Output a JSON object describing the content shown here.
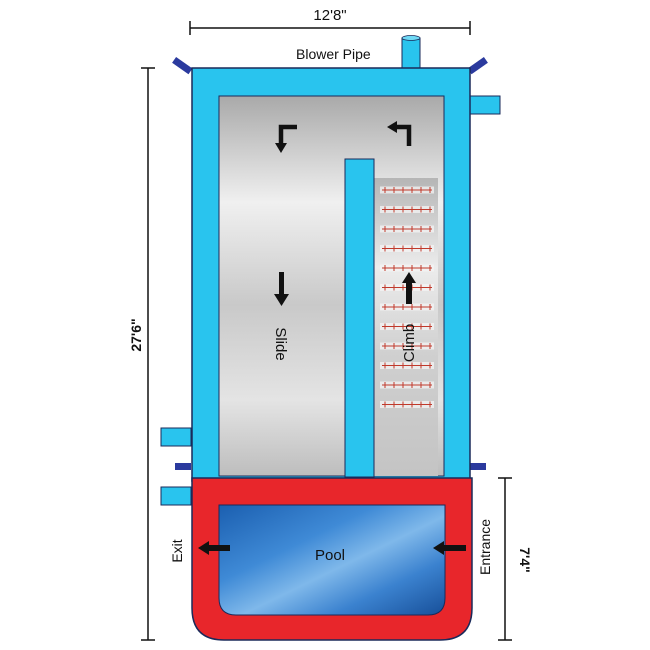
{
  "dimensions": {
    "width": "12'8\"",
    "length": "27'6\"",
    "pool_length": "7'4\""
  },
  "labels": {
    "blower_pipe": "Blower Pipe",
    "slide": "Slide",
    "climb": "Climb",
    "pool": "Pool",
    "exit": "Exit",
    "entrance": "Entrance"
  },
  "colors": {
    "frame": "#29c4ee",
    "frame_stroke": "#1a2a5a",
    "pool_rim": "#e8262b",
    "pool_water": "#1a62b0",
    "deck": "#c8c8c8",
    "connector": "#2b3a9e",
    "ladder_marks": "#c0392b",
    "arrows": "#111111"
  },
  "icons": [
    "arrow-down-icon",
    "arrow-up-icon",
    "arrow-left-icon",
    "arrow-right-icon",
    "turn-arrow-icon"
  ]
}
